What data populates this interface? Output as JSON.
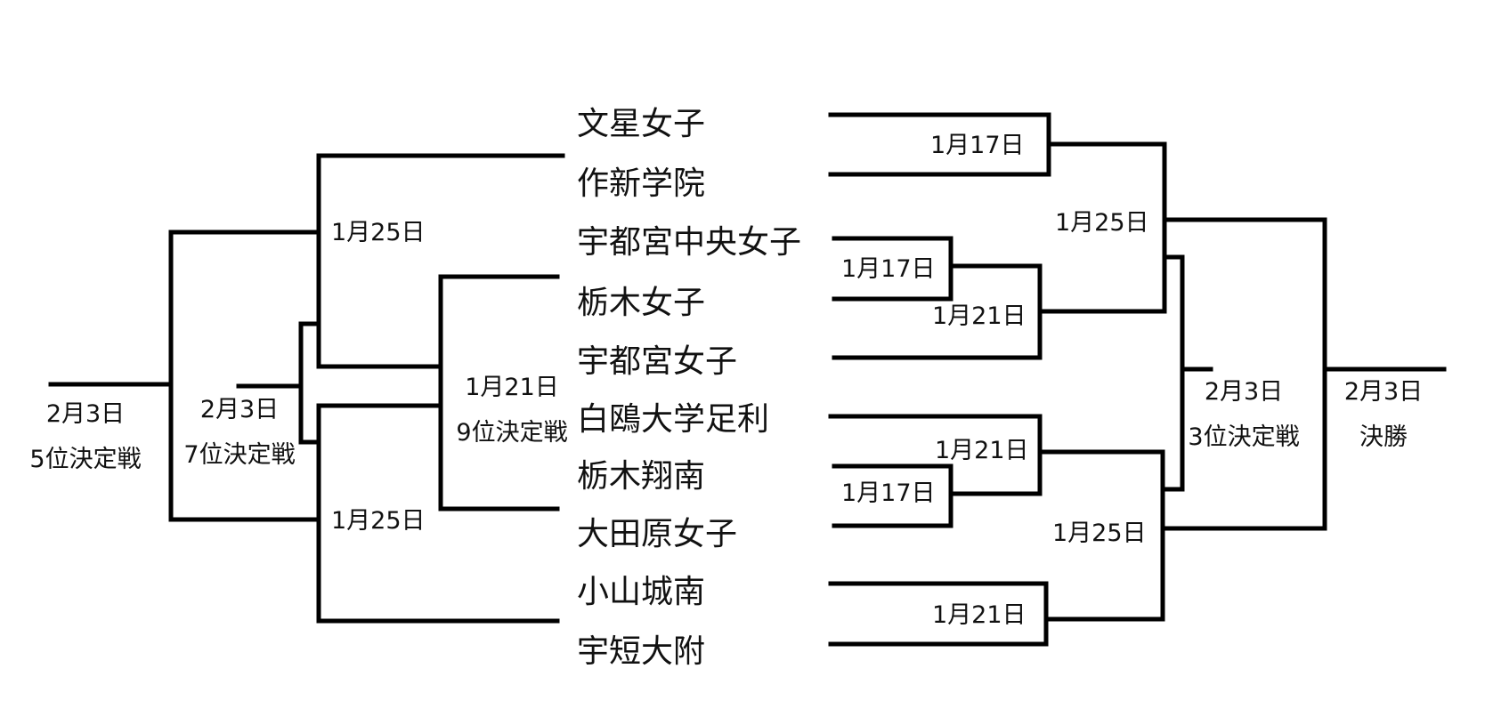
{
  "teams": [
    "文星女子",
    "作新学院",
    "宇都宮中央女子",
    "栃木女子",
    "宇都宮女子",
    "白鴎大学足利",
    "栃木翔南",
    "大田原女子",
    "小山城南",
    "宇短大附"
  ],
  "right_dates": {
    "r1_top": "1月17日",
    "r1_mid": "1月17日",
    "r2_mid": "1月21日",
    "r2_lower": "1月21日",
    "r1_lower": "1月17日",
    "r1_bottom": "1月21日",
    "semi_top": "1月25日",
    "semi_bottom": "1月25日"
  },
  "left_dates": {
    "upper": "1月25日",
    "lower": "1月25日"
  },
  "placement": {
    "ninth": {
      "date": "1月21日",
      "name": "9位決定戦"
    },
    "seventh": {
      "date": "2月3日",
      "name": "7位決定戦"
    },
    "fifth": {
      "date": "2月3日",
      "name": "5位決定戦"
    },
    "third": {
      "date": "2月3日",
      "name": "3位決定戦"
    },
    "final": {
      "date": "2月3日",
      "name": "決勝"
    }
  }
}
